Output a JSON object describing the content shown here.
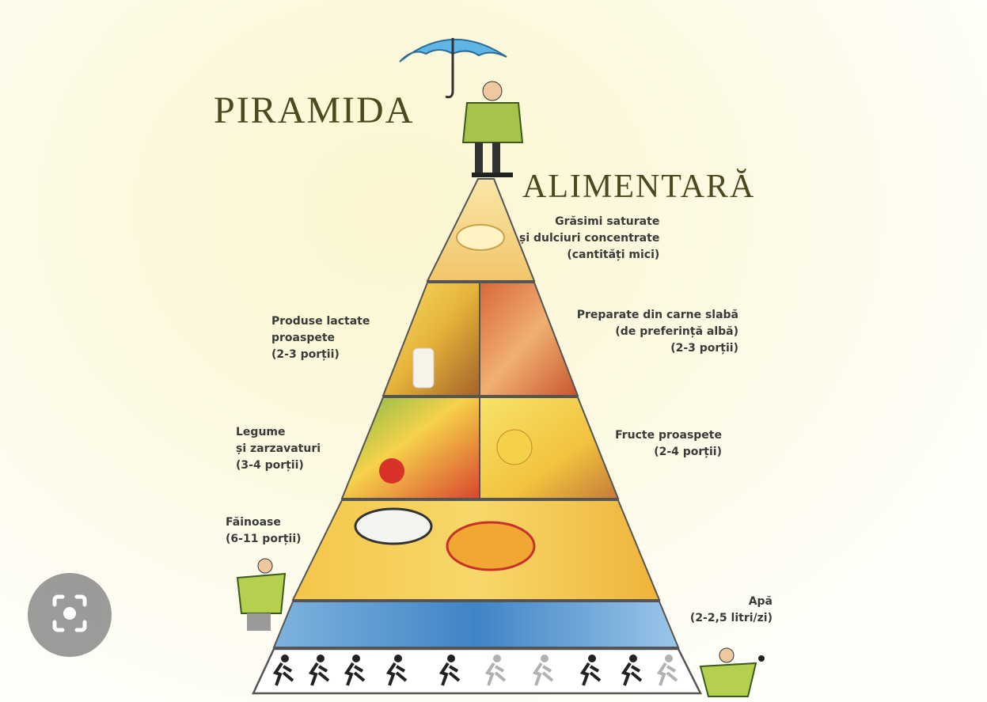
{
  "title": {
    "line1": "PIRAMIDA",
    "line2": "ALIMENTARĂ"
  },
  "levels": [
    {
      "id": "fats",
      "lines": [
        "Grăsimi saturate",
        "și dulciuri concentrate",
        "(cantități mici)"
      ]
    },
    {
      "id": "dairy",
      "lines": [
        "Produse lactate",
        "proaspete",
        "(2-3 porții)"
      ]
    },
    {
      "id": "meat",
      "lines": [
        "Preparate din carne slabă",
        "(de preferință albă)",
        "(2-3 porții)"
      ]
    },
    {
      "id": "vegetables",
      "lines": [
        "Legume",
        "și zarzavaturi",
        "(3-4 porții)"
      ]
    },
    {
      "id": "fruits",
      "lines": [
        "Fructe proaspete",
        "(2-4 porții)"
      ]
    },
    {
      "id": "starches",
      "lines": [
        "Făinoase",
        "(6-11 porții)"
      ]
    },
    {
      "id": "water",
      "lines": [
        "Apă",
        "(2-2,5 litri/zi)"
      ]
    }
  ],
  "colors": {
    "title": "#4b4a1e",
    "pyramid_outline": "#555555",
    "water": "#5b9bd0",
    "exercise_band": "#ffffff",
    "food_warm": "#f2b538"
  },
  "icons": [
    "umbrella-icon",
    "clown-figure-icon",
    "runner-icon",
    "lens-search-icon"
  ]
}
